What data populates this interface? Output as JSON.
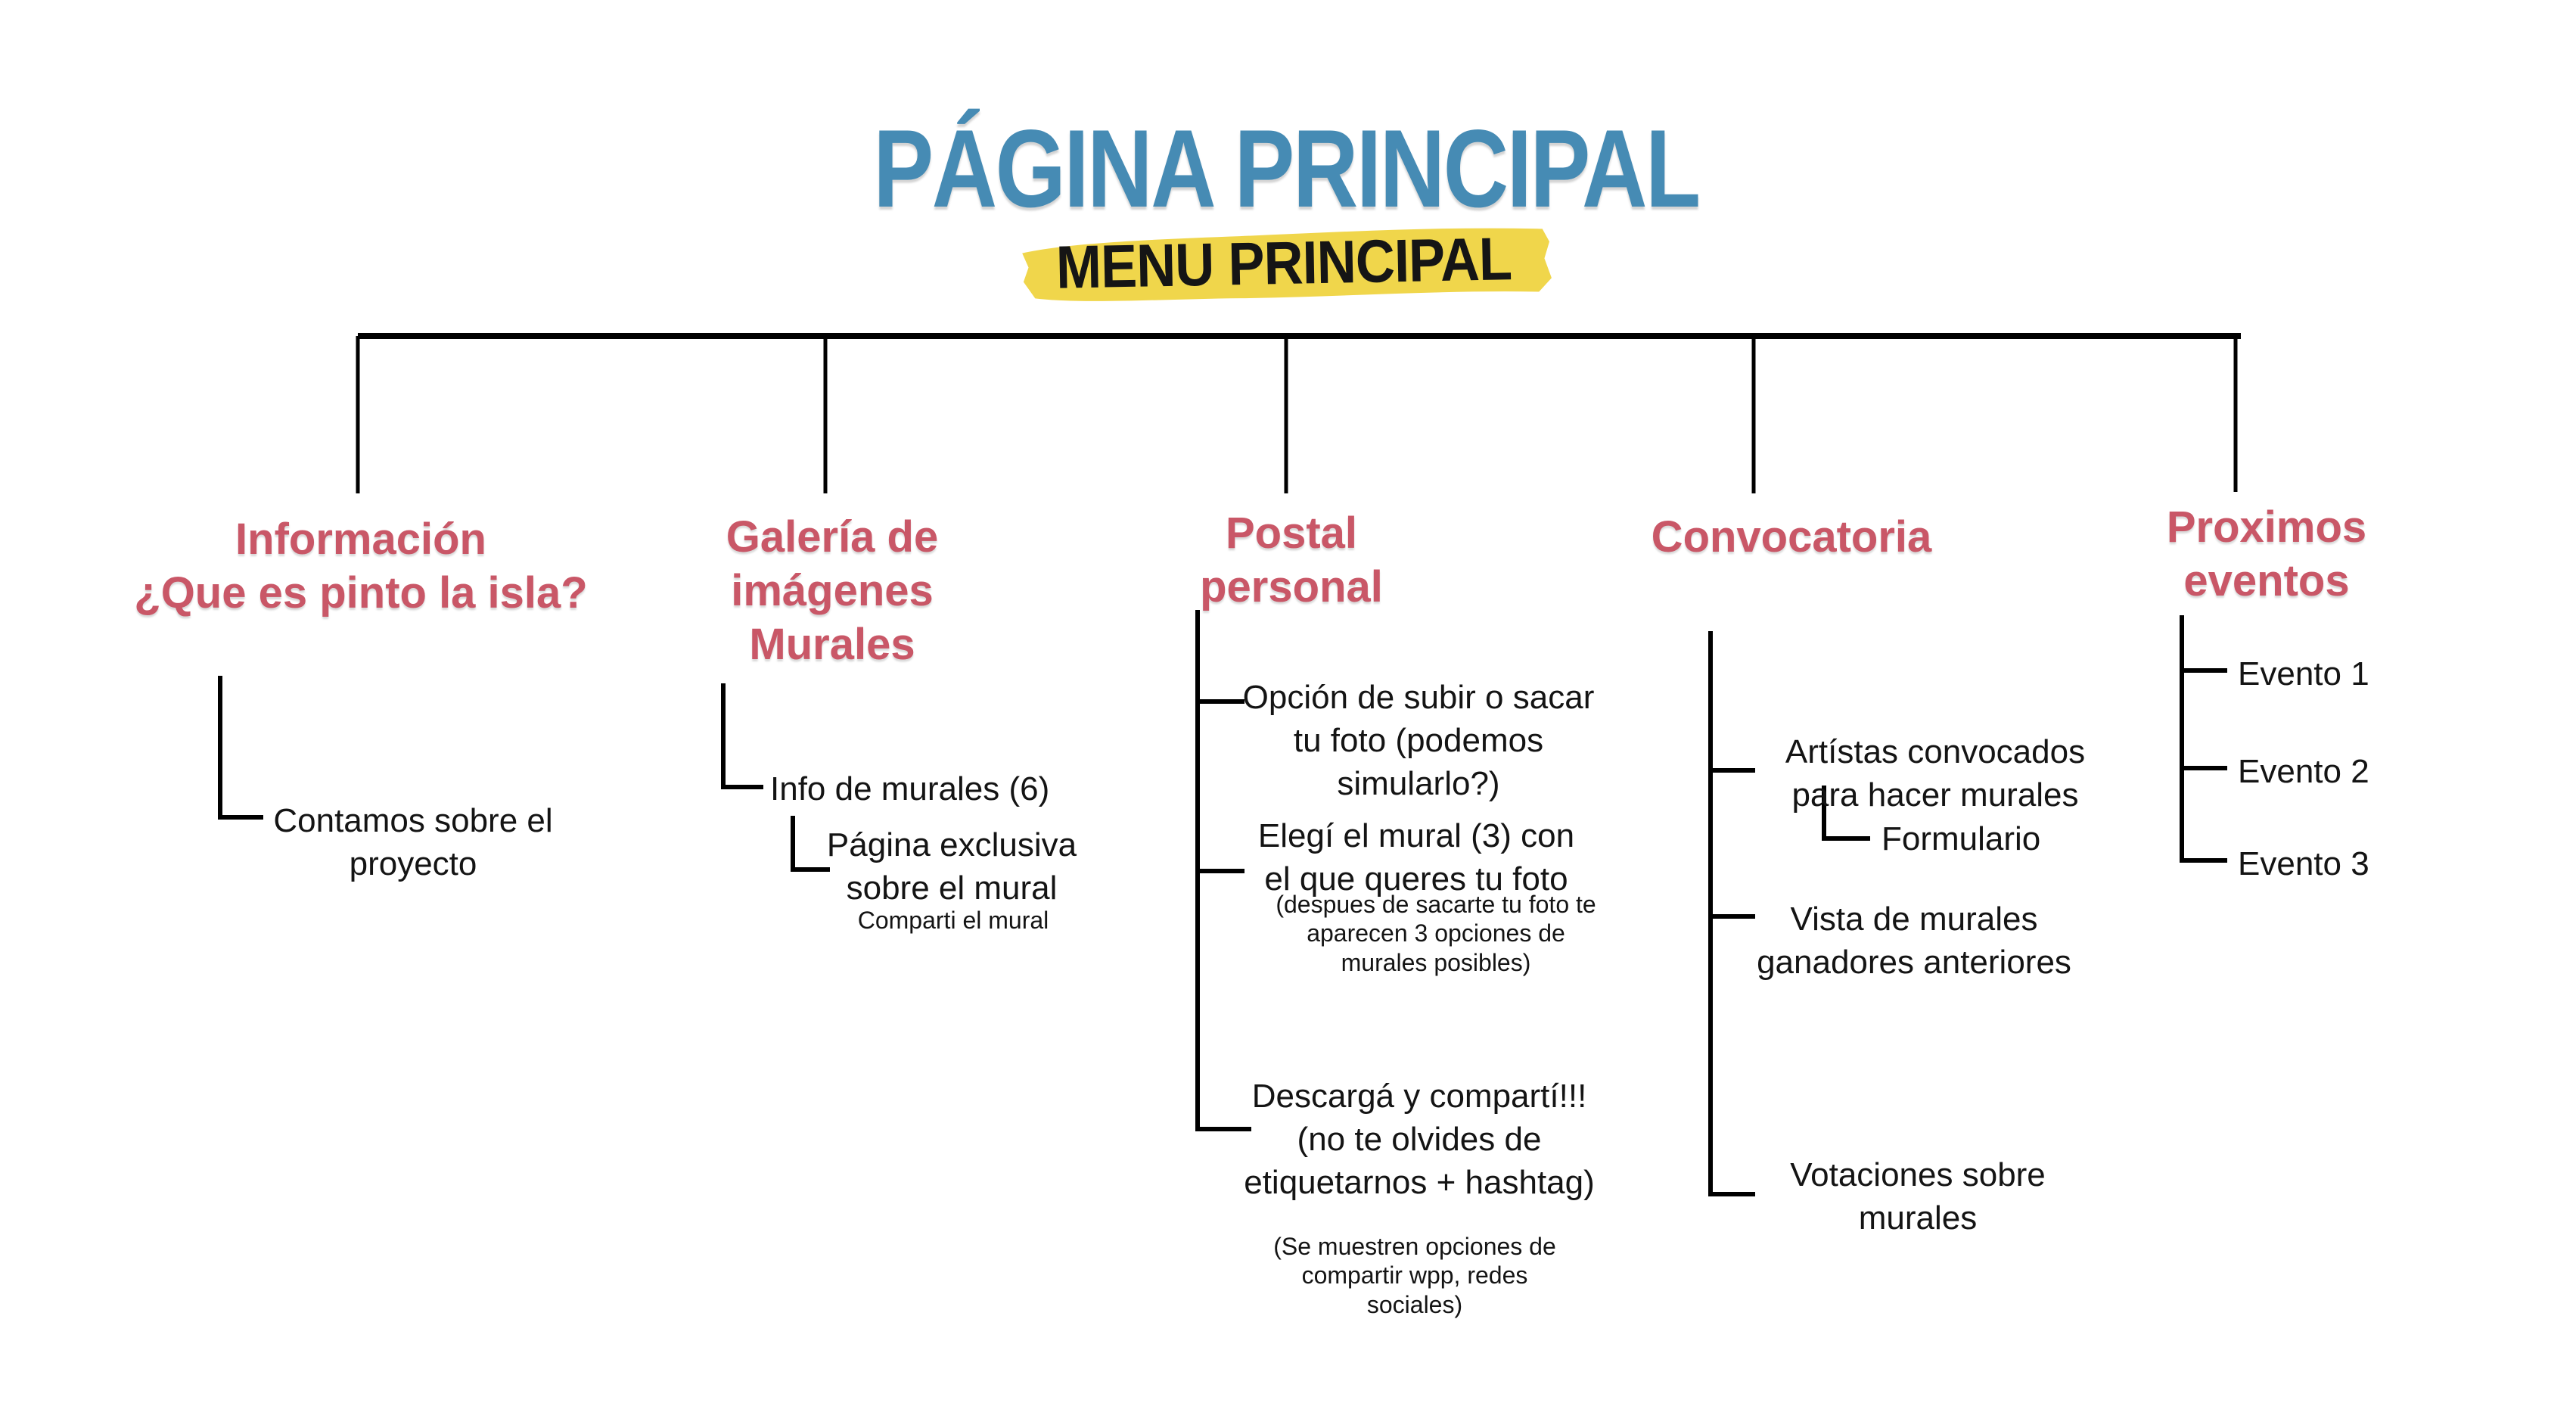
{
  "header": {
    "title": "PÁGINA PRINCIPAL",
    "subtitle": "MENU PRINCIPAL"
  },
  "colors": {
    "title_blue": "#468BB4",
    "heading_pink": "#C95767",
    "highlight_yellow": "#F0D64B",
    "text_black": "#141414",
    "connector_black": "#000000"
  },
  "branches": [
    {
      "id": "informacion",
      "heading_lines": [
        "Información",
        "¿Que es pinto la isla?"
      ],
      "items": [
        {
          "lines": [
            "Contamos sobre el",
            "proyecto"
          ]
        }
      ]
    },
    {
      "id": "galeria",
      "heading_lines": [
        "Galería de",
        "imágenes",
        "Murales"
      ],
      "items": [
        {
          "lines": [
            "Info de murales (6)"
          ]
        },
        {
          "lines": [
            "Página exclusiva",
            "sobre el mural"
          ],
          "sub": [
            "Comparti el mural"
          ]
        }
      ]
    },
    {
      "id": "postal",
      "heading_lines": [
        "Postal",
        "personal"
      ],
      "items": [
        {
          "lines": [
            "Opción de subir o sacar",
            "tu foto (podemos",
            "simularlo?)"
          ]
        },
        {
          "lines": [
            "Elegí el mural (3) con",
            "el que queres tu foto"
          ],
          "sub": [
            "(despues de sacarte tu foto te",
            "aparecen 3 opciones de",
            "murales posibles)"
          ]
        },
        {
          "lines": [
            "Descargá y compartí!!!",
            "(no te olvides de",
            "etiquetarnos + hashtag)"
          ],
          "sub": [
            "(Se muestren opciones de",
            "compartir wpp, redes",
            "sociales)"
          ]
        }
      ]
    },
    {
      "id": "convocatoria",
      "heading_lines": [
        "Convocatoria"
      ],
      "items": [
        {
          "lines": [
            "Artístas convocados",
            "para hacer murales"
          ]
        },
        {
          "lines": [
            "Formulario"
          ]
        },
        {
          "lines": [
            "Vista de murales",
            "ganadores anteriores"
          ]
        },
        {
          "lines": [
            "Votaciones sobre",
            "murales"
          ]
        }
      ]
    },
    {
      "id": "eventos",
      "heading_lines": [
        "Proximos",
        "eventos"
      ],
      "items": [
        {
          "lines": [
            "Evento 1"
          ]
        },
        {
          "lines": [
            "Evento 2"
          ]
        },
        {
          "lines": [
            "Evento 3"
          ]
        }
      ]
    }
  ]
}
